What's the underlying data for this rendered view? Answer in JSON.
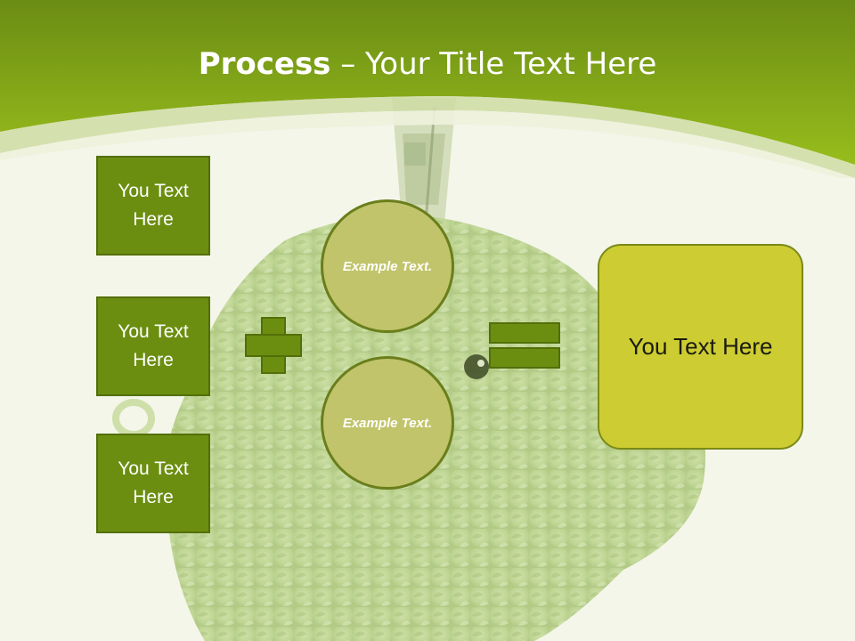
{
  "title": {
    "bold": "Process",
    "rest": " – Your Title Text Here"
  },
  "left_boxes": [
    {
      "label": "You Text Here"
    },
    {
      "label": "You Text Here"
    },
    {
      "label": "You Text Here"
    }
  ],
  "circles": [
    {
      "label": "Example Text."
    },
    {
      "label": "Example Text."
    }
  ],
  "result": {
    "label": "You Text Here"
  },
  "colors": {
    "header_green": "#8db81a",
    "box_green": "#6b8e10",
    "circle_fill": "#c1c46a",
    "result_fill": "#cdcc32"
  }
}
